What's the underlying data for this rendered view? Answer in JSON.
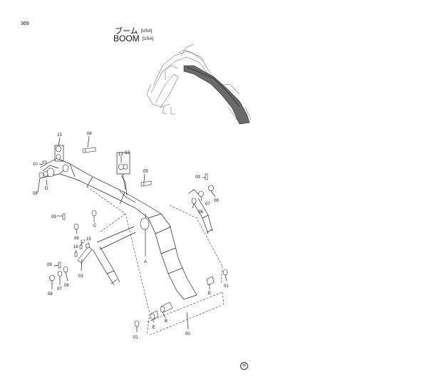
{
  "page": {
    "number": "369",
    "title_jp": "ブーム",
    "title_en": "BOOM",
    "variant": "[USA]",
    "footer_mark": "W"
  },
  "callouts": [
    {
      "id": "c00",
      "text": "00"
    },
    {
      "id": "c01a",
      "text": "01"
    },
    {
      "id": "c01b",
      "text": "01"
    },
    {
      "id": "c03",
      "text": "03"
    },
    {
      "id": "c04",
      "text": "04"
    },
    {
      "id": "c05",
      "text": "05"
    },
    {
      "id": "c06a",
      "text": "06"
    },
    {
      "id": "c06b",
      "text": "06"
    },
    {
      "id": "c06c",
      "text": "06"
    },
    {
      "id": "c07a",
      "text": "07"
    },
    {
      "id": "c07b",
      "text": "07"
    },
    {
      "id": "c08a",
      "text": "08"
    },
    {
      "id": "c08b",
      "text": "08"
    },
    {
      "id": "c08c",
      "text": "08"
    },
    {
      "id": "c09a",
      "text": "09"
    },
    {
      "id": "c09b",
      "text": "09"
    },
    {
      "id": "c09c",
      "text": "09"
    },
    {
      "id": "c10",
      "text": "10"
    },
    {
      "id": "c12",
      "text": "12"
    },
    {
      "id": "c13a",
      "text": "13"
    },
    {
      "id": "c13b",
      "text": "13"
    },
    {
      "id": "c15",
      "text": "15"
    },
    {
      "id": "c16",
      "text": "16"
    },
    {
      "id": "c17",
      "text": "17"
    }
  ],
  "point_labels": [
    {
      "id": "pA",
      "text": "A"
    },
    {
      "id": "pB",
      "text": "B"
    },
    {
      "id": "pC",
      "text": "C"
    },
    {
      "id": "pD",
      "text": "D"
    },
    {
      "id": "pE1",
      "text": "E"
    },
    {
      "id": "pE2",
      "text": "E"
    }
  ]
}
